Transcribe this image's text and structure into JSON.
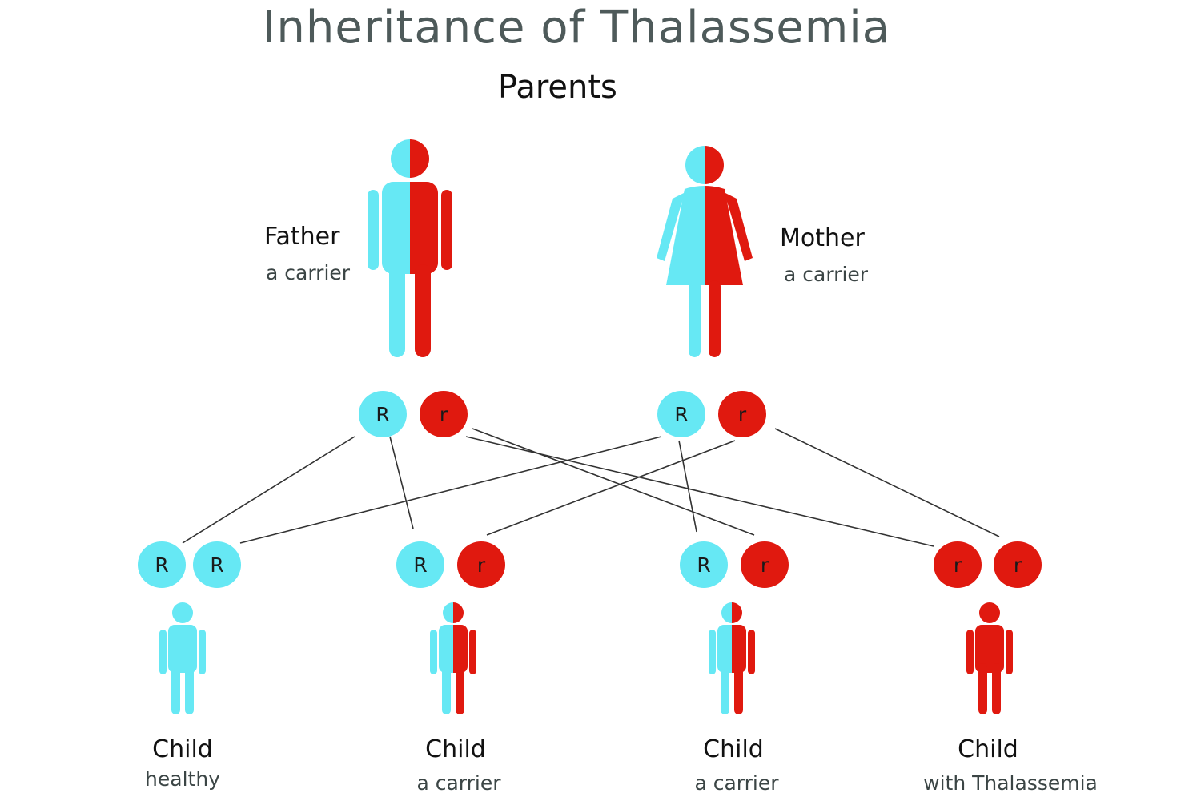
{
  "title": "Inheritance of Thalassemia",
  "subtitle": "Parents",
  "colors": {
    "normal": "#66E8F4",
    "trait": "#E0190F",
    "title": "#4E5A5A",
    "label": "#111111",
    "sublabel": "#3B4545",
    "line": "#333333"
  },
  "parents": {
    "father": {
      "name": "Father",
      "status": "a carrier",
      "alleles": [
        "R",
        "r"
      ]
    },
    "mother": {
      "name": "Mother",
      "status": "a carrier",
      "alleles": [
        "R",
        "r"
      ]
    }
  },
  "children": [
    {
      "name": "Child",
      "status": "healthy",
      "alleles": [
        "R",
        "R"
      ]
    },
    {
      "name": "Child",
      "status": "a carrier",
      "alleles": [
        "R",
        "r"
      ]
    },
    {
      "name": "Child",
      "status": "a carrier",
      "alleles": [
        "R",
        "r"
      ]
    },
    {
      "name": "Child",
      "status": "with Thalassemia",
      "alleles": [
        "r",
        "r"
      ]
    }
  ]
}
